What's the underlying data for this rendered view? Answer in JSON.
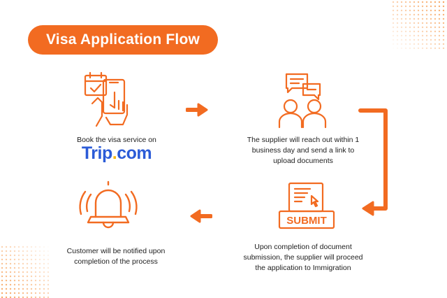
{
  "title": "Visa Application Flow",
  "brand": {
    "name_part1": "Trip",
    "dot": ".",
    "name_part2": "com"
  },
  "steps": [
    {
      "caption": "Book the visa service on"
    },
    {
      "caption": "The supplier will reach out within 1 business day and send a link to upload documents"
    },
    {
      "caption": "Upon completion of document submission, the supplier will proceed the application to Immigration",
      "icon_text": "SUBMIT"
    },
    {
      "caption": "Customer will be notified upon completion of the process"
    }
  ],
  "colors": {
    "accent": "#f26b21",
    "brand_blue": "#2b5bd7",
    "brand_dot": "#f7b500",
    "text": "#1d1d1d"
  },
  "icons": [
    "calendar-phone-icon",
    "chat-people-icon",
    "submit-document-icon",
    "bell-icon",
    "arrow-right-icon",
    "arrow-down-left-icon",
    "arrow-left-icon"
  ]
}
